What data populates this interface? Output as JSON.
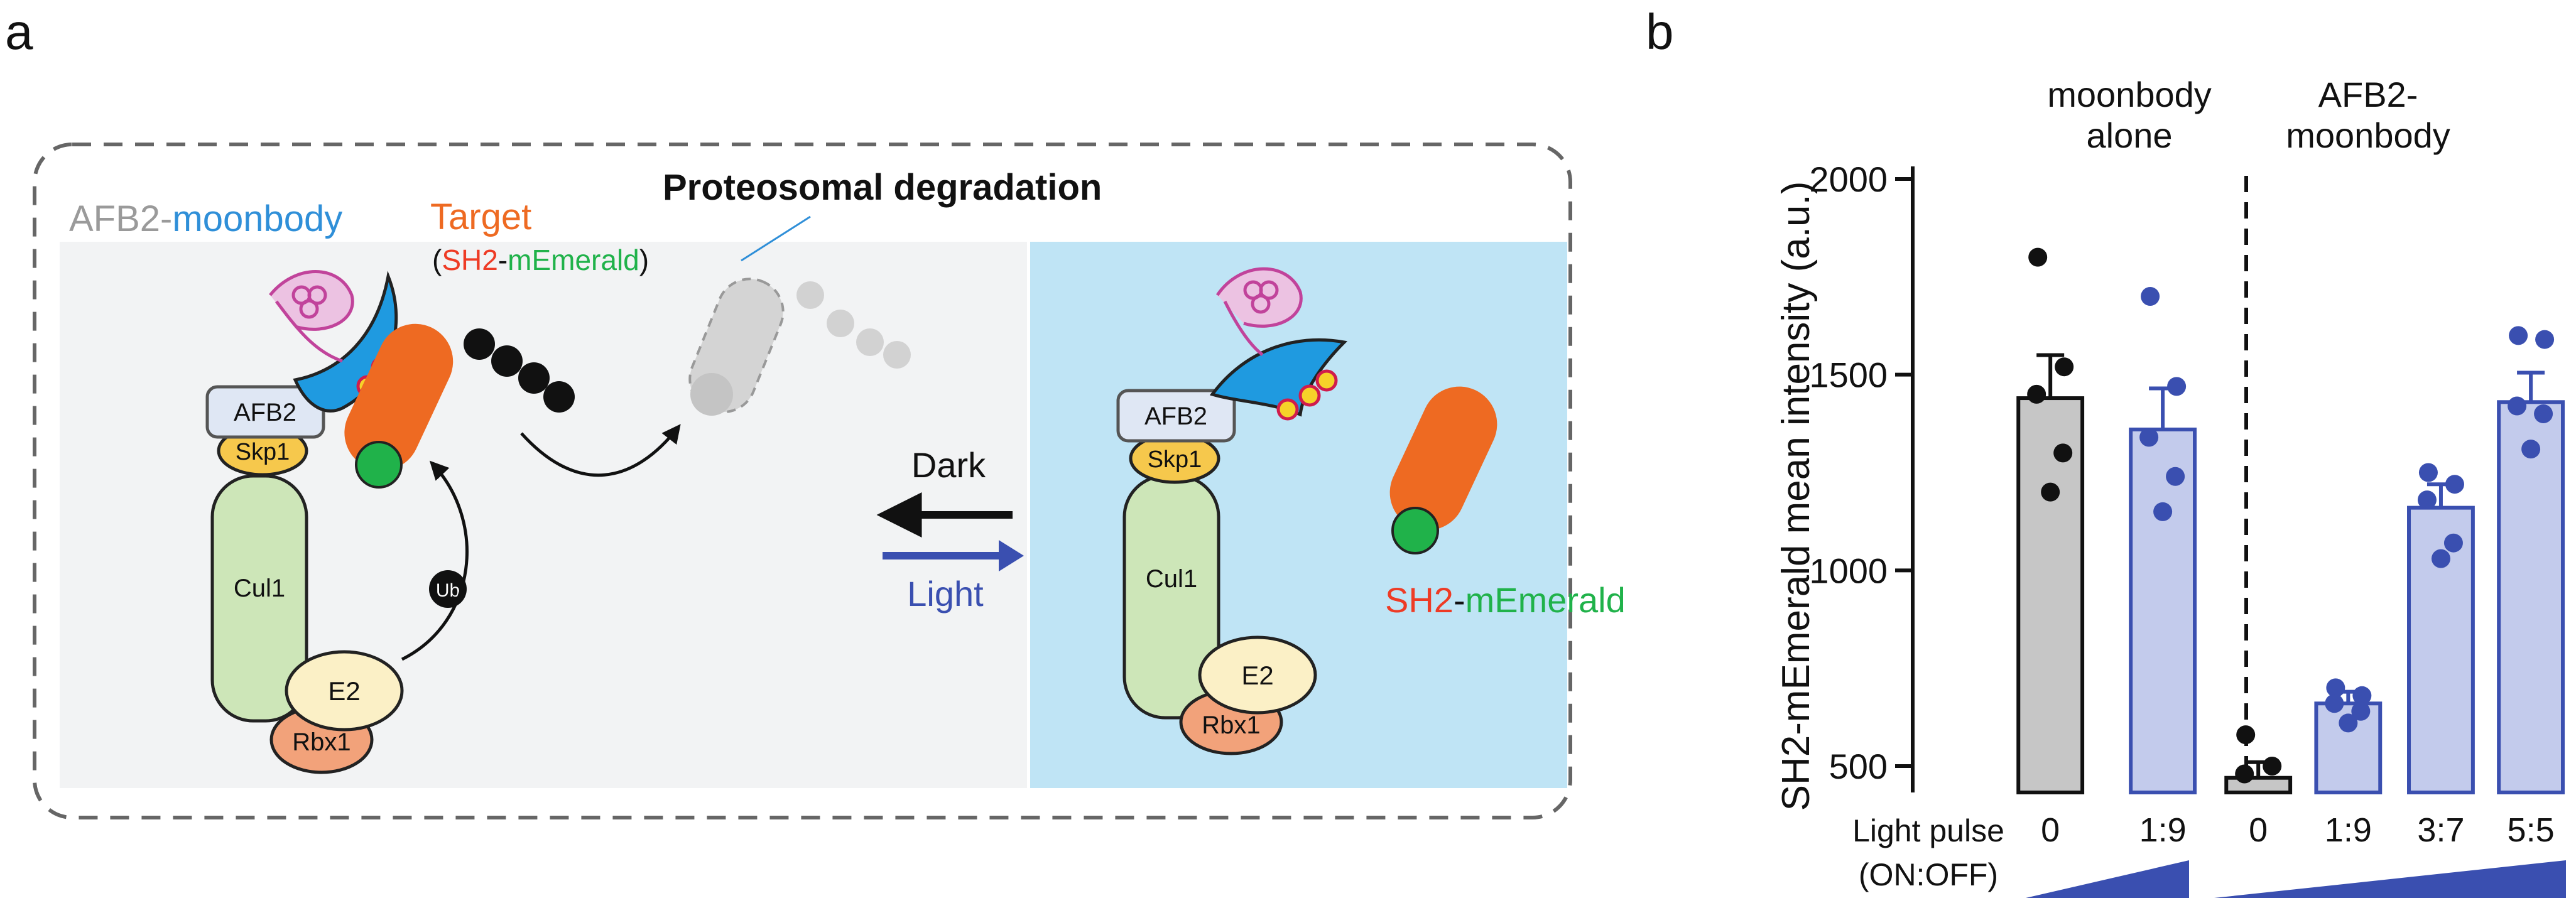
{
  "panel_a": {
    "label": "a",
    "header_afb2": "AFB2-",
    "header_moonbody": "moonbody",
    "header_target": "Target",
    "header_paren_open": "(",
    "header_sh2": "SH2",
    "header_dash": "-",
    "header_memerald": "mEmerald",
    "header_paren_close": ")",
    "degradation_label": "Proteosomal degradation",
    "dark_label": "Dark",
    "light_label": "Light",
    "afb2_box": "AFB2",
    "skp1": "Skp1",
    "cul1": "Cul1",
    "e2": "E2",
    "rbx1": "Rbx1",
    "ub": "Ub",
    "free_sh2": "SH2",
    "free_dash": "-",
    "free_memerald": "mEmerald",
    "colors": {
      "afb2_grey": "#9a9a9a",
      "moonbody_blue": "#2f8fd8",
      "target_orange": "#ee6a22",
      "sh2_red": "#ee3b25",
      "memerald_green": "#20b24a",
      "light_blue": "#3a4fb0",
      "light_panel_bg": "#bfe4f5"
    }
  },
  "chart_data": {
    "type": "bar",
    "panel_label": "b",
    "ylabel": "SH2-mEmerald mean intensity (a.u.)",
    "ylim": [
      500,
      2000
    ],
    "yticks": [
      "500",
      "1000",
      "1500",
      "2000"
    ],
    "group_labels": [
      {
        "line1": "moonbody",
        "line2": "alone"
      },
      {
        "line1": "AFB2-",
        "line2": "moonbody"
      }
    ],
    "row_label_line1": "Light pulse",
    "row_label_line2": "(ON:OFF)",
    "categories": [
      "0",
      "1:9",
      "0",
      "1:9",
      "3:7",
      "5:5"
    ],
    "values": [
      1440,
      1360,
      470,
      660,
      1160,
      1430
    ],
    "errors": [
      110,
      105,
      40,
      30,
      60,
      75
    ],
    "points": [
      [
        1800,
        1520,
        1450,
        1300,
        1200
      ],
      [
        1700,
        1470,
        1340,
        1240,
        1150
      ],
      [
        580,
        500,
        480
      ],
      [
        700,
        680,
        660,
        640,
        610
      ],
      [
        1250,
        1220,
        1180,
        1070,
        1030
      ],
      [
        1600,
        1590,
        1420,
        1400,
        1310
      ]
    ],
    "bar_fill": [
      "#c6c6c6",
      "#c3cbec",
      "#c6c6c6",
      "#c3cbec",
      "#c3cbec",
      "#c3cbec"
    ],
    "bar_edge": [
      "#111111",
      "#3a4fb0",
      "#111111",
      "#3a4fb0",
      "#3a4fb0",
      "#3a4fb0"
    ],
    "dot_color": [
      "#111111",
      "#3a4fb0",
      "#111111",
      "#3a4fb0",
      "#3a4fb0",
      "#3a4fb0"
    ]
  }
}
